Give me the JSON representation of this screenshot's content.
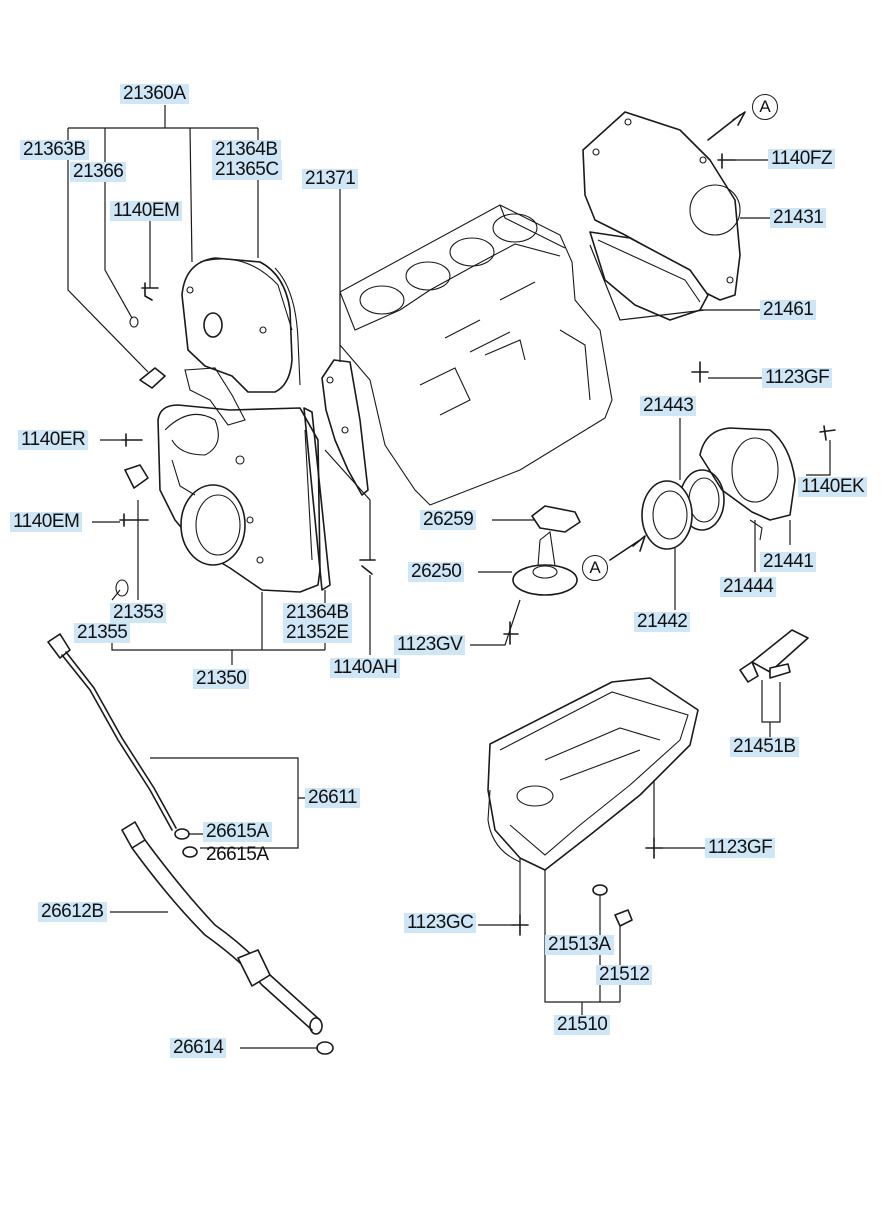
{
  "diagram": {
    "view_marker": "A",
    "labels": {
      "p21360A": "21360A",
      "p21363B": "21363B",
      "p21366": "21366",
      "p21364B_top": "21364B",
      "p21365C": "21365C",
      "p21371": "21371",
      "p1140EM_top": "1140EM",
      "p1140ER": "1140ER",
      "p1140EM_mid": "1140EM",
      "p21353": "21353",
      "p21355": "21355",
      "p21364B_bottom": "21364B",
      "p21352E": "21352E",
      "p21350": "21350",
      "p1140AH": "1140AH",
      "p1140FZ": "1140FZ",
      "p21431": "21431",
      "p21461": "21461",
      "p1123GF_top": "1123GF",
      "p21443": "21443",
      "p1140EK": "1140EK",
      "p21441": "21441",
      "p21444": "21444",
      "p21442": "21442",
      "p26259": "26259",
      "p26250": "26250",
      "p1123GV": "1123GV",
      "p21451B": "21451B",
      "p26611": "26611",
      "p26615A_1": "26615A",
      "p26615A_2": "26615A",
      "p26612B": "26612B",
      "p26614": "26614",
      "p1123GF_bottom": "1123GF",
      "p1123GC": "1123GC",
      "p21513A": "21513A",
      "p21512": "21512",
      "p21510": "21510"
    }
  }
}
